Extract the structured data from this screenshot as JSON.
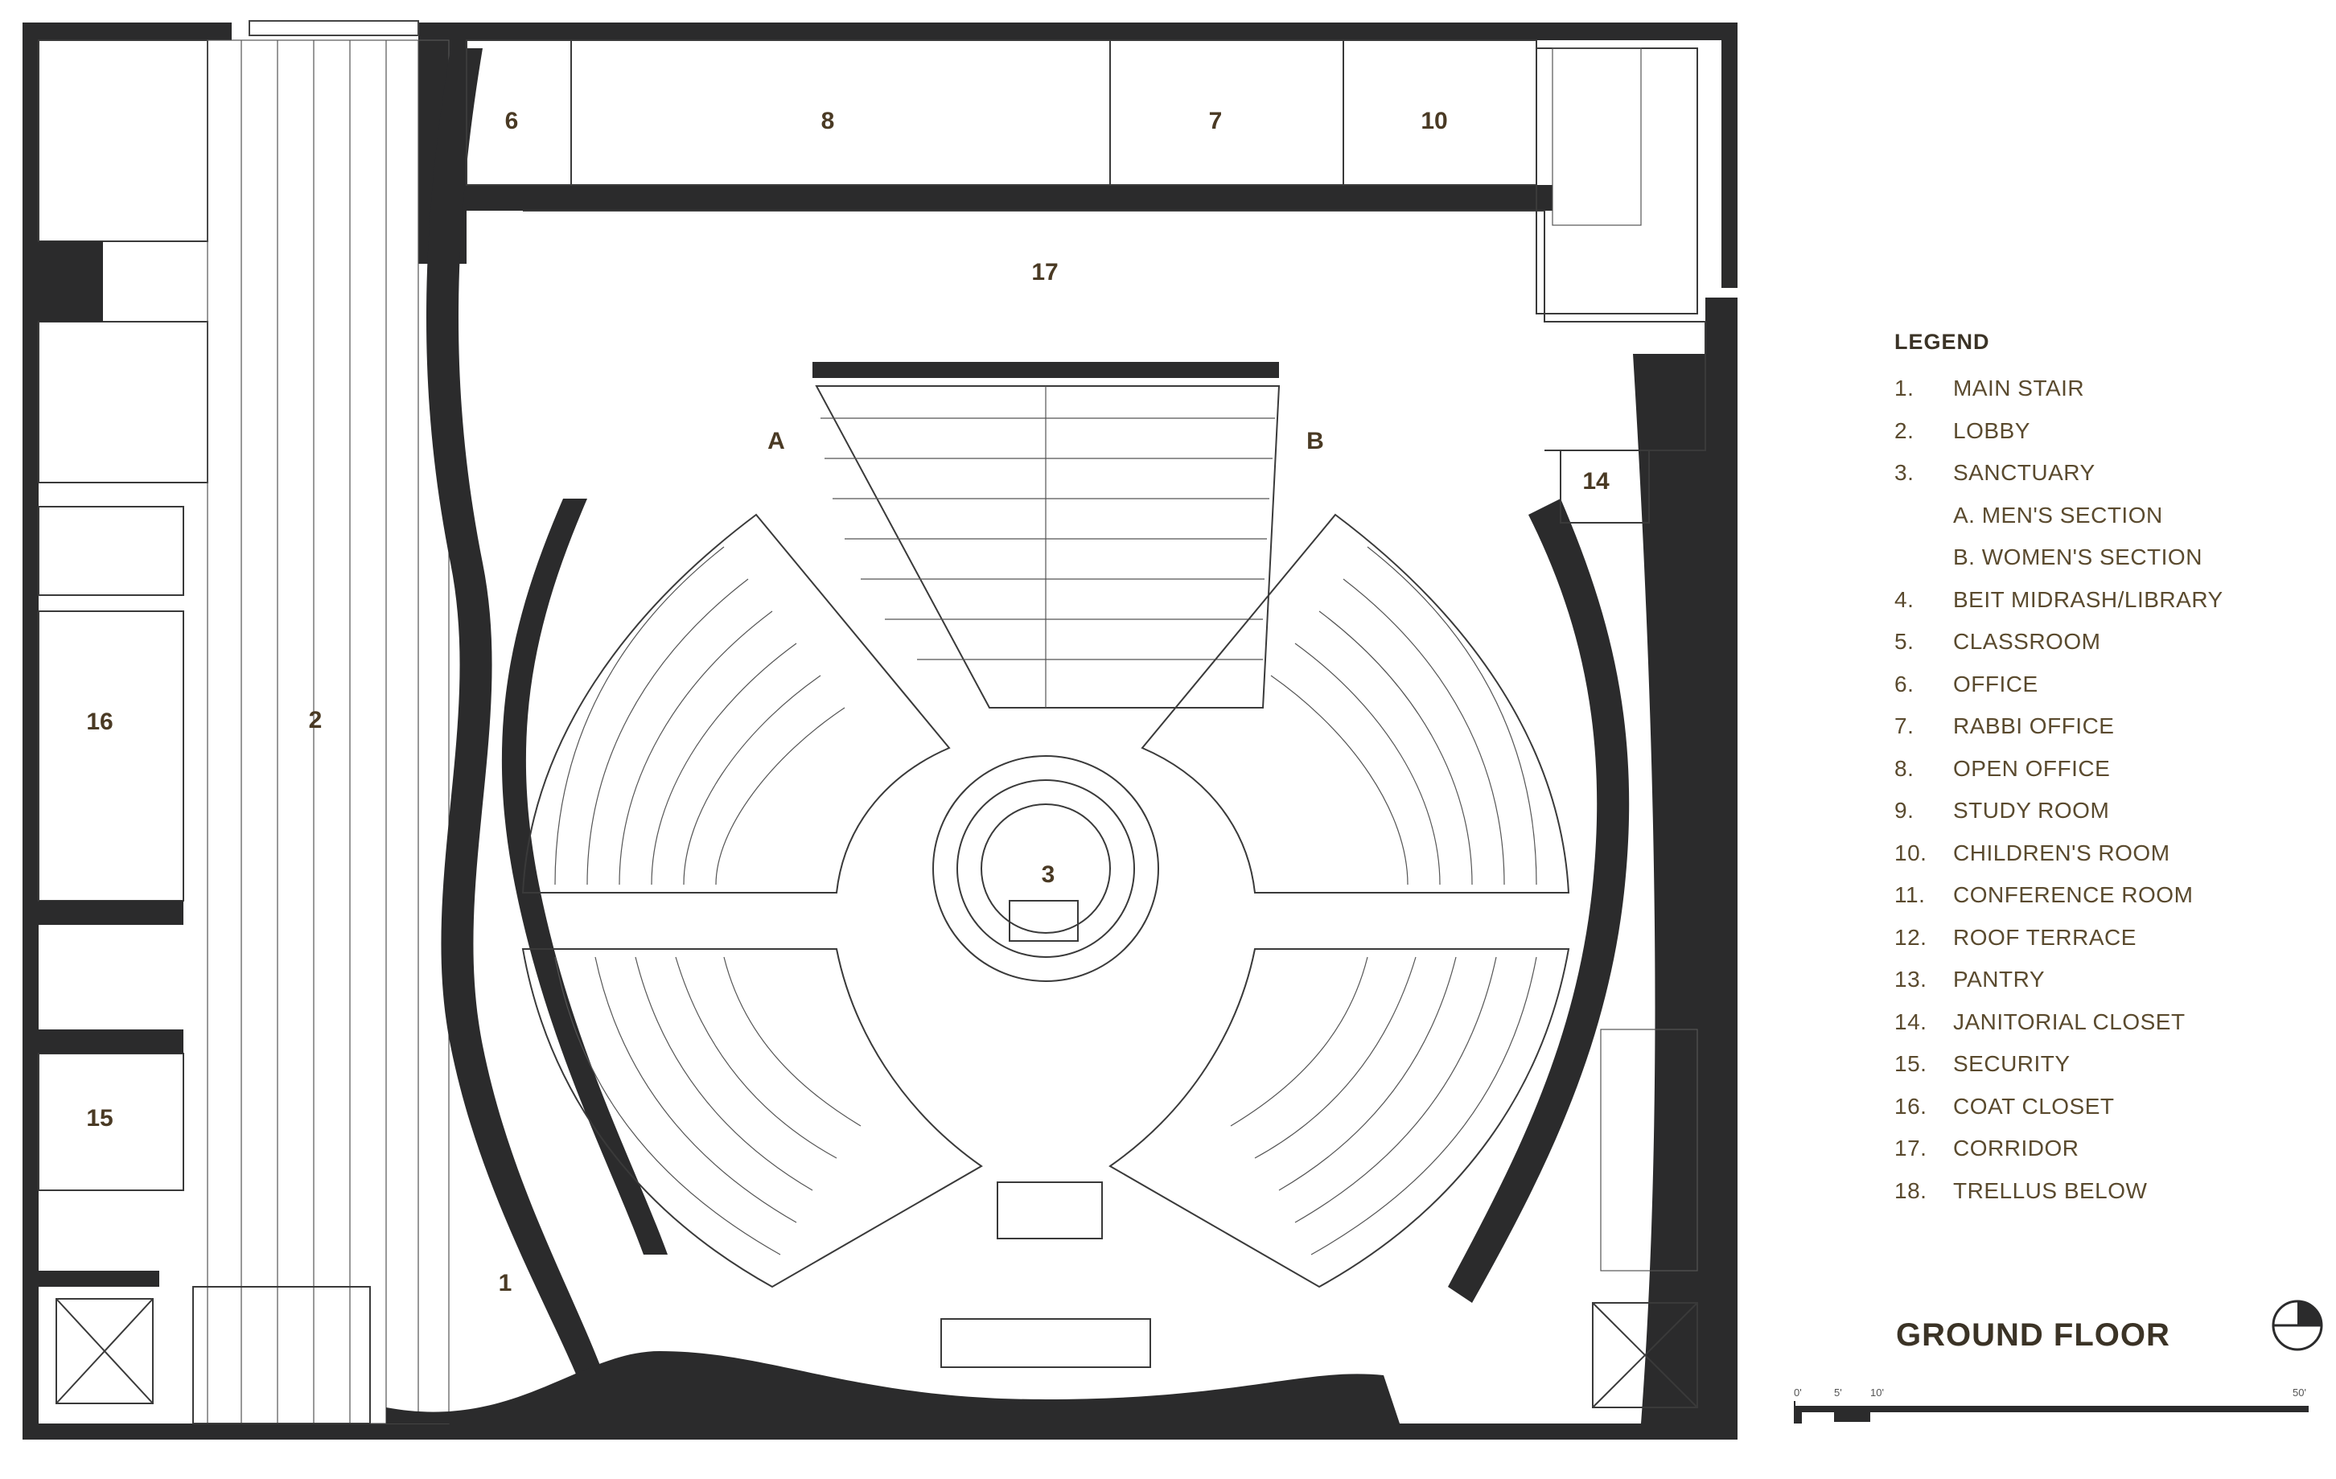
{
  "title": "GROUND FLOOR",
  "legend": {
    "heading": "LEGEND",
    "items": [
      {
        "num": "1.",
        "label": "MAIN STAIR"
      },
      {
        "num": "2.",
        "label": "LOBBY"
      },
      {
        "num": "3.",
        "label": "SANCTUARY"
      },
      {
        "num": "",
        "label": "A. MEN'S SECTION"
      },
      {
        "num": "",
        "label": "B. WOMEN'S SECTION"
      },
      {
        "num": "4.",
        "label": "BEIT MIDRASH/LIBRARY"
      },
      {
        "num": "5.",
        "label": "CLASSROOM"
      },
      {
        "num": "6.",
        "label": "OFFICE"
      },
      {
        "num": "7.",
        "label": "RABBI OFFICE"
      },
      {
        "num": "8.",
        "label": "OPEN OFFICE"
      },
      {
        "num": "9.",
        "label": "STUDY ROOM"
      },
      {
        "num": "10.",
        "label": "CHILDREN'S ROOM"
      },
      {
        "num": "11.",
        "label": "CONFERENCE ROOM"
      },
      {
        "num": "12.",
        "label": "ROOF TERRACE"
      },
      {
        "num": "13.",
        "label": "PANTRY"
      },
      {
        "num": "14.",
        "label": "JANITORIAL CLOSET"
      },
      {
        "num": "15.",
        "label": "SECURITY"
      },
      {
        "num": "16.",
        "label": "COAT CLOSET"
      },
      {
        "num": "17.",
        "label": "CORRIDOR"
      },
      {
        "num": "18.",
        "label": "TRELLUS BELOW"
      }
    ]
  },
  "room_labels": {
    "r1": "1",
    "r2": "2",
    "r3": "3",
    "r6": "6",
    "r7": "7",
    "r8": "8",
    "r10": "10",
    "r14": "14",
    "r15": "15",
    "r16": "16",
    "r17": "17",
    "rA": "A",
    "rB": "B"
  },
  "scale": {
    "t0": "0'",
    "t1": "5'",
    "t2": "10'",
    "t3": "50'"
  },
  "colors": {
    "wall": "#2b2b2c",
    "label": "#4a3a24",
    "legend_text": "#5a4a2e"
  }
}
